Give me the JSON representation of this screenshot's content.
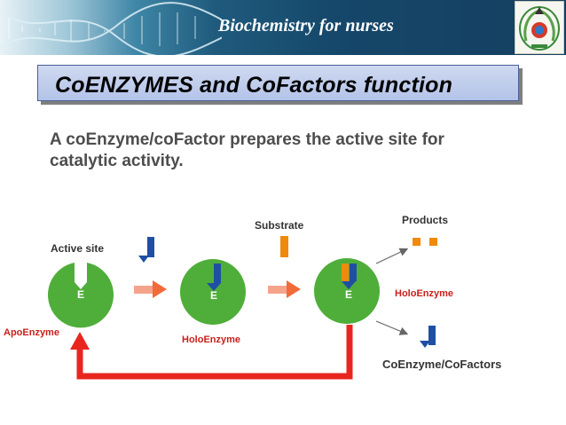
{
  "header": {
    "banner_title": "Biochemistry for nurses"
  },
  "slide": {
    "title": "CoENZYMES and CoFactors function",
    "caption": "A coEnzyme/coFactor prepares the active site for catalytic activity."
  },
  "diagram": {
    "active_site_label": "Active site",
    "substrate_label": "Substrate",
    "products_label": "Products",
    "apoenzyme_label": "ApoEnzyme",
    "holoenzyme_label_1": "HoloEnzyme",
    "holoenzyme_label_2": "HoloEnzyme",
    "coenzyme_label": "CoEnzyme/CoFactors",
    "enzyme_letter_1": "E",
    "enzyme_letter_2": "E",
    "enzyme_letter_3": "E"
  },
  "colors": {
    "enzyme_green": "#4fae3a",
    "cofactor_blue": "#1f4fa3",
    "substrate_orange": "#f08a0c",
    "arrow_red": "#e8261f",
    "arrow_orange": "#f59a7a"
  }
}
